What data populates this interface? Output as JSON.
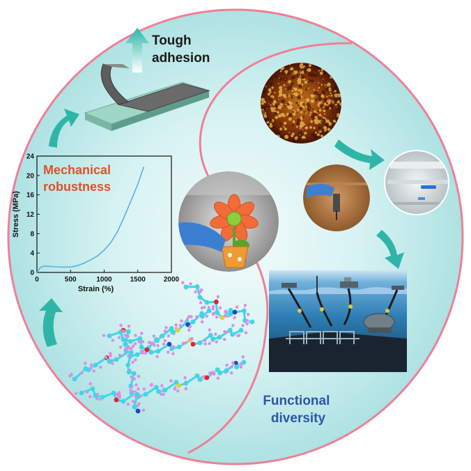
{
  "labels": {
    "tough": [
      "Tough",
      "adhesion"
    ],
    "mechanical": [
      "Mechanical",
      "robustness"
    ],
    "functional": [
      "Functional",
      "diversity"
    ]
  },
  "chart_data": {
    "type": "line",
    "xlabel": "Strain (%)",
    "ylabel": "Stress (MPa)",
    "xlim": [
      0,
      2000
    ],
    "ylim": [
      0,
      24
    ],
    "xticks": [
      0,
      500,
      1000,
      1500,
      2000
    ],
    "yticks": [
      0,
      4,
      8,
      12,
      16,
      20,
      24
    ],
    "grid": false,
    "series": [
      {
        "color": "#5aaee8",
        "x": [
          0,
          50,
          100,
          200,
          300,
          400,
          500,
          600,
          700,
          800,
          900,
          1000,
          1100,
          1200,
          1300,
          1400,
          1500,
          1590
        ],
        "y": [
          0,
          1.0,
          1.3,
          1.25,
          1.15,
          1.1,
          1.1,
          1.4,
          1.9,
          2.6,
          3.4,
          4.6,
          6.2,
          8.5,
          11.5,
          14.8,
          18.2,
          21.8
        ]
      }
    ]
  },
  "colors": {
    "ring": "#f07f95",
    "background": "#bfe9ea",
    "arrow": "#2fb5a8",
    "molecule_carbon": "#3fd6e6",
    "molecule_hydrogen": "#d98ee6",
    "molecule_oxygen": "#e2242a",
    "molecule_nitrogen": "#2244c8",
    "molecule_sulfur": "#e4cf39"
  }
}
